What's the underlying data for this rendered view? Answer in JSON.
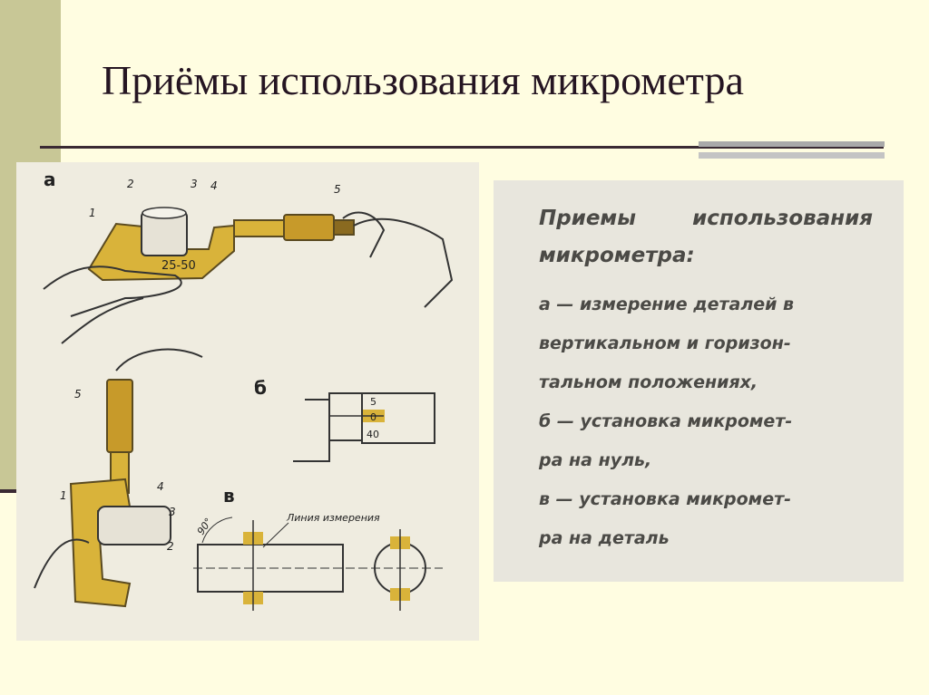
{
  "slide": {
    "title": "Приёмы использования микрометра"
  },
  "figure": {
    "panel_a": "а",
    "panel_b": "б",
    "panel_v": "в",
    "callouts": [
      "1",
      "2",
      "3",
      "4",
      "5"
    ],
    "frame_marking": "25-50",
    "scale_values": [
      "5",
      "0",
      "40"
    ],
    "angle_label": "90°",
    "measure_line_label": "Линия измерения"
  },
  "caption": {
    "heading_line1": "Приемы использования",
    "heading_line2": "микрометра:",
    "lines": [
      "а — измерение деталей в",
      "вертикальном и горизон-",
      "тальном положениях,",
      "б — установка микромет-",
      "ра на нуль,",
      "в — установка микромет-",
      "ра на деталь"
    ]
  },
  "colors": {
    "background": "#fffde1",
    "side_bar": "#c8c796",
    "rule": "#3a2a33",
    "micrometer_yellow": "#d9b33a"
  }
}
